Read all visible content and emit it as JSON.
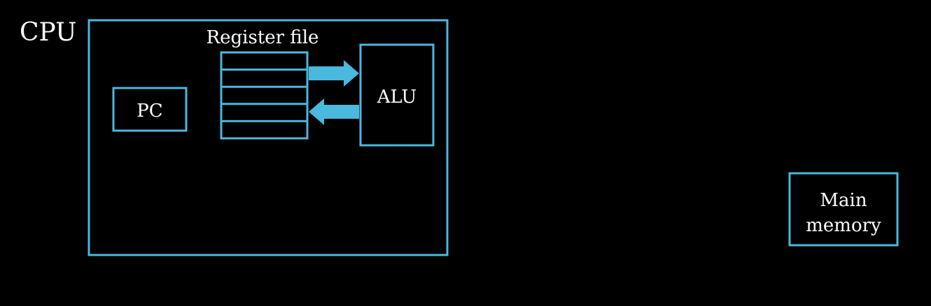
{
  "diagram": {
    "colors": {
      "background": "#000000",
      "outline": "#4bb8de",
      "arrow_fill": "#4bb8de",
      "text": "#ffffff"
    },
    "cpu": {
      "label": "CPU"
    },
    "register_file": {
      "label": "Register file",
      "row_count": 5
    },
    "pc": {
      "label": "PC"
    },
    "alu": {
      "label": "ALU"
    },
    "main_memory": {
      "label_line1": "Main",
      "label_line2": "memory"
    },
    "arrows": [
      {
        "from": "register-file",
        "to": "alu"
      },
      {
        "from": "alu",
        "to": "register-file"
      }
    ]
  }
}
